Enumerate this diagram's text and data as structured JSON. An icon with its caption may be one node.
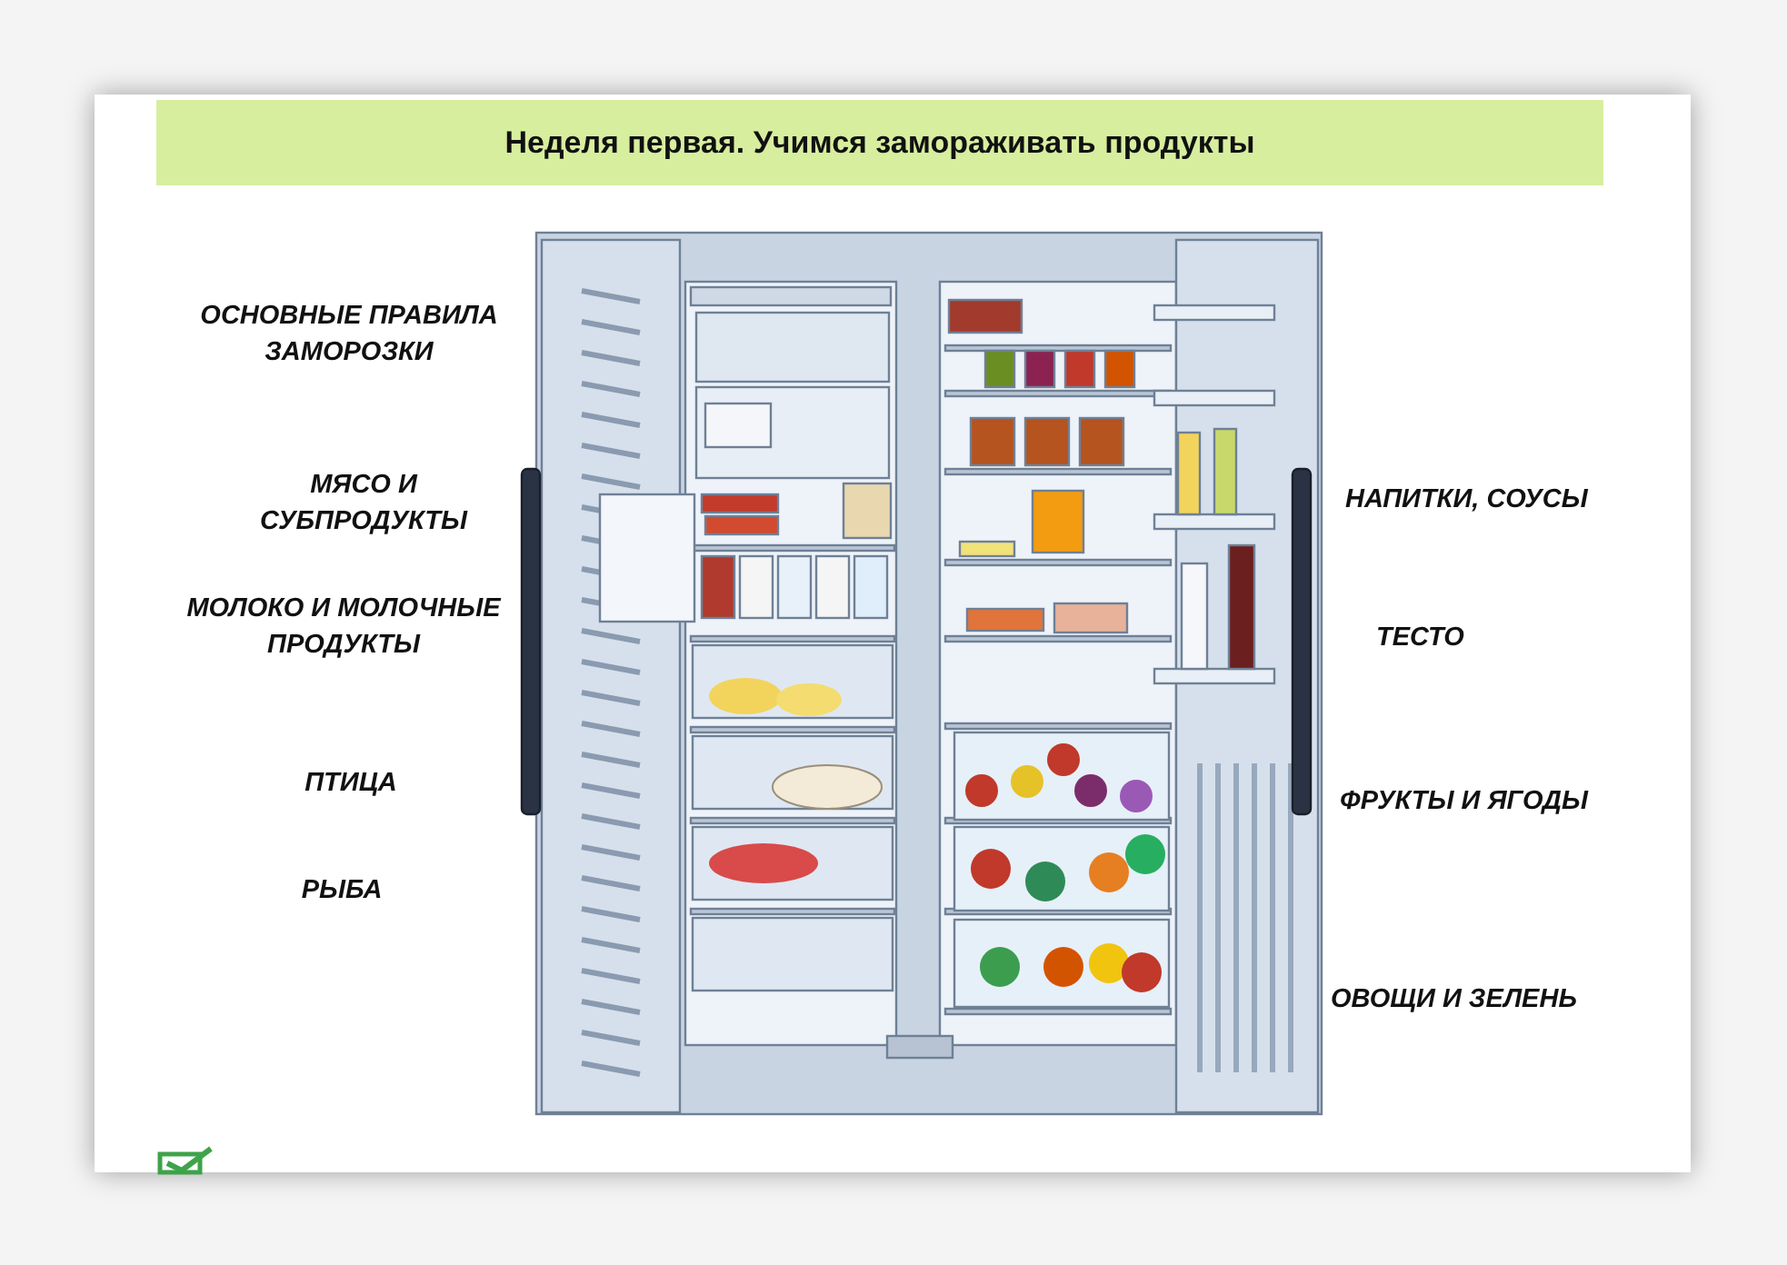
{
  "diagram": {
    "title": "Неделя первая. Учимся замораживать продукты",
    "labels": [
      "ОСНОВНЫЕ ПРАВИЛА ЗАМОРОЗКИ",
      "МЯСО И СУБПРОДУКТЫ",
      "МОЛОКО И МОЛОЧНЫЕ ПРОДУКТЫ",
      "ПТИЦА",
      "РЫБА",
      "НАПИТКИ, СОУСЫ",
      "ТЕСТО",
      "ФРУКТЫ И ЯГОДЫ",
      "ОВОЩИ И ЗЕЛЕНЬ"
    ]
  }
}
